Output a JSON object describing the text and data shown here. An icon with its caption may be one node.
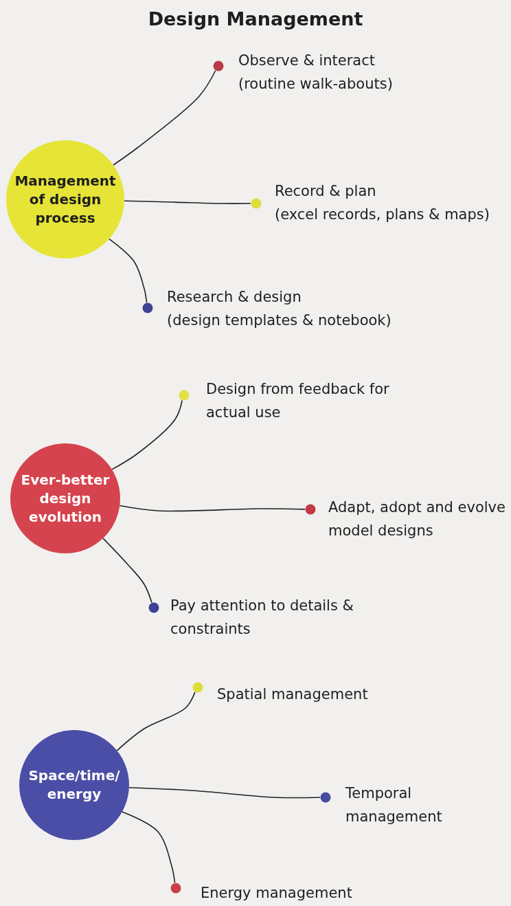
{
  "diagram": {
    "title": "Design Management",
    "nodes": [
      {
        "text": [
          "Management of design process"
        ]
      },
      {
        "text": [],
        "shape": "circle",
        "beside": [
          "Observe & interact",
          "(routine walk-abouts)"
        ]
      },
      {
        "text": [],
        "shape": "circle",
        "beside": [
          "Record & plan",
          "(excel records, plans & maps)"
        ]
      },
      {
        "text": [],
        "shape": "circle",
        "beside": [
          "Research & design",
          "(design templates & notebook)"
        ]
      },
      {
        "text": [
          "Ever-better design evolution"
        ]
      },
      {
        "text": [],
        "shape": "circle",
        "beside": [
          "Design from feedback for actual use"
        ]
      },
      {
        "text": [],
        "shape": "circle",
        "beside": [
          "Adapt, adopt and evolve model designs"
        ]
      },
      {
        "text": [],
        "shape": "circle",
        "beside": [
          "Pay attention to details & constraints"
        ]
      },
      {
        "text": [
          "Space/time/ energy"
        ]
      },
      {
        "text": [],
        "shape": "circle",
        "beside": [
          "Spatial management"
        ]
      },
      {
        "text": [],
        "shape": "circle",
        "beside": [
          "Temporal management"
        ]
      },
      {
        "text": [],
        "shape": "circle",
        "beside": [
          "Energy management"
        ]
      }
    ],
    "edges": [
      {
        "from": 0,
        "to": 1,
        "arrow": "none"
      },
      {
        "from": 0,
        "to": 2,
        "arrow": "none"
      },
      {
        "from": 0,
        "to": 3,
        "arrow": "none"
      },
      {
        "from": 4,
        "to": 5,
        "arrow": "none"
      },
      {
        "from": 4,
        "to": 6,
        "arrow": "none"
      },
      {
        "from": 4,
        "to": 7,
        "arrow": "none"
      },
      {
        "from": 8,
        "to": 9,
        "arrow": "none"
      },
      {
        "from": 8,
        "to": 10,
        "arrow": "none"
      },
      {
        "from": 8,
        "to": 11,
        "arrow": "none"
      }
    ]
  }
}
